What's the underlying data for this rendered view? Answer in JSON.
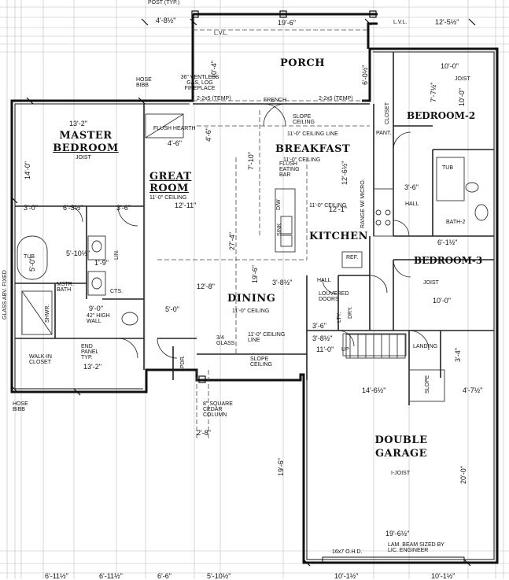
{
  "rooms": {
    "porch": "PORCH",
    "master_line1": "MASTER",
    "master_line2": "BEDROOM",
    "great_line1": "GREAT",
    "great_line2": "ROOM",
    "breakfast": "BREAKFAST",
    "kitchen": "KITCHEN",
    "dining": "DINING",
    "bedroom2": "BEDROOM-2",
    "bedroom3": "BEDROOM-3",
    "garage_line1": "DOUBLE",
    "garage_line2": "GARAGE"
  },
  "notes": {
    "post": "POST (TYP.)",
    "lvl_left": "L.V.L.",
    "lvl_right": "L.V.L.",
    "hose_bibb_top": "HOSE BIBB",
    "fireplace": "36\" VENTLESS GAS, LOG FIREPLACE",
    "flush_hearth": "FLUSH HEARTH",
    "french": "FRENCH",
    "temp_left": "2-2x5 (TEMP)",
    "temp_right": "2-2x5 (TEMP)",
    "slope_ceiling_top": "SLOPE CEILING",
    "ceiling_line_top": "11'-0\" CEILING LINE",
    "breakfast_ceiling": "11'-0\" CEILING",
    "flush_bar": "FLUSH EATING BAR",
    "great_ceiling": "11'-0\" CEILING",
    "kitchen_ceiling": "11'-0\" CEILING",
    "joist": "JOIST",
    "dw": "D/W",
    "sink": "SINK",
    "range": "RANGE W/ MICRO.",
    "ref": "REF.",
    "pant": "PANT.",
    "closet": "CLOSET",
    "hall": "HALL",
    "hall2": "HALL",
    "bath2": "BATH-2",
    "tub": "TUB",
    "tub_master": "TUB",
    "mstr_bath": "MSTR. BATH",
    "cts": "CTS.",
    "shwr": "SHWR.",
    "lin": "LIN.",
    "glass_abv": "GLASS ABV. FIXED",
    "high_wall": "42\" HIGH WALL",
    "end_panel": "END PANEL TYP.",
    "walk_in": "WALK-IN CLOSET",
    "dining_ceiling": "11'-0\" CEILING",
    "dining_ceiling_line": "11'-0\" CEILING LINE",
    "slope_ceiling_bottom": "SLOPE CEILING",
    "glass_34": "3/4 GLASS",
    "louvered": "LOUVERED DOORS",
    "lty": "LTY.",
    "dry": "DRY.",
    "up": "UP",
    "landing": "LANDING",
    "slope": "SLOPE",
    "pdr": "PDR.",
    "cedar_col": "8\" SQUARE CEDAR COLUMN",
    "hose_bibb_bottom": "HOSE BIBB",
    "i_joist": "I-JOIST",
    "lam_beam": "LAM. BEAM SIZED BY LIC. ENGINEER",
    "ohd": "16x7 O.H.D."
  },
  "dims": {
    "d_4_8": "4'-8½\"",
    "d_19_6_top": "19'-6\"",
    "d_12_5": "12'-5½\"",
    "d_10_4": "10'-4\"",
    "d_6_0": "6'-0½\"",
    "d_10_0_bed2": "10'-0\"",
    "d_7_7": "7'-7½\"",
    "d_10_0_bed2b": "10'-0\"",
    "d_13_2_top": "13'-2\"",
    "d_14_0": "14'-0\"",
    "d_4_6": "4'-6\"",
    "d_4_6b": "4'-6\"",
    "d_7_10": "7'-10\"",
    "d_12_1": "12'-1\"",
    "d_12_6": "12'-6½\"",
    "d_12_11": "12'-11\"",
    "d_3_0": "3'-0\"",
    "d_6_3": "6'-3½\"",
    "d_3_6": "3'-6\"",
    "d_3_6b": "3'-6\"",
    "d_5_0": "5'-0\"",
    "d_5_10": "5'-10½\"",
    "d_1_9": "1'-9\"",
    "d_27_4": "27'-4\"",
    "d_12_8": "12'-8\"",
    "d_3_8_top": "3'-8½\"",
    "d_19_6_dining": "19'-6\"",
    "d_9_0": "9'-0\"",
    "d_5_0b": "5'-0\"",
    "d_3_8b": "3'-8½\"",
    "d_10_0_bed3": "10'-0\"",
    "d_6_1": "6'-1½\"",
    "d_13_2_bottom": "13'-2\"",
    "d_14_6": "14'-6½\"",
    "d_4_7": "4'-7½\"",
    "d_19_6_garage": "19'-6\"",
    "d_20_0": "20'-0\"",
    "d_19_6b": "19'-6½\"",
    "d_3_4": "3'-4\"",
    "d_11_0": "11'-0\"",
    "d_3_6_stair": "3'-6\"",
    "d_2_8": "2'-8\"",
    "d_bot_1": "6'-11½\"",
    "d_bot_2": "6'-11½\"",
    "d_bot_3": "6'-6\"",
    "d_bot_4": "5'-10½\"",
    "d_bot_5": "10'-1½\"",
    "d_bot_6": "10'-1½\""
  }
}
